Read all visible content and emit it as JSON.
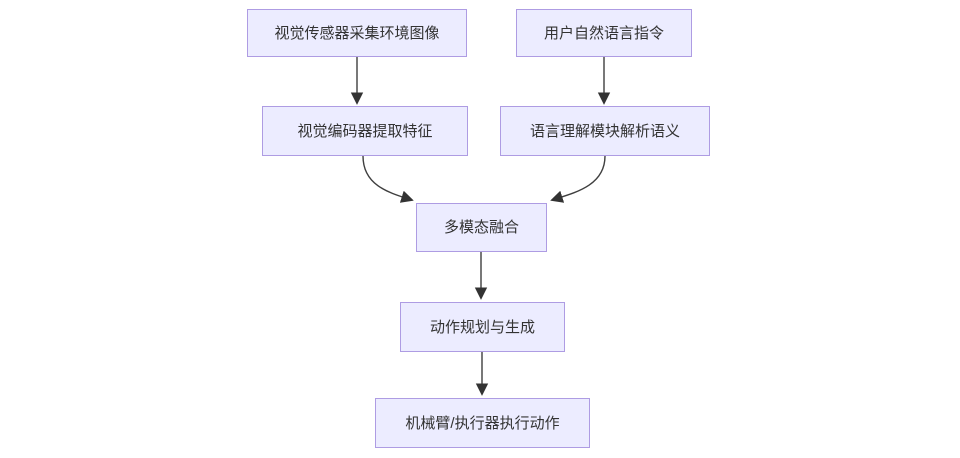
{
  "diagram": {
    "type": "flowchart-top-down",
    "colors": {
      "background": "#ffffff",
      "node_fill": "#ECECFF",
      "node_border": "#AE9CE3",
      "edge_color": "#3f3f3f",
      "text_color": "#333333"
    },
    "nodes": [
      {
        "id": "vision-sensor",
        "label": "视觉传感器采集环境图像"
      },
      {
        "id": "user-instruction",
        "label": "用户自然语言指令"
      },
      {
        "id": "vision-encoder",
        "label": "视觉编码器提取特征"
      },
      {
        "id": "language-understanding",
        "label": "语言理解模块解析语义"
      },
      {
        "id": "multimodal-fusion",
        "label": "多模态融合"
      },
      {
        "id": "action-planning",
        "label": "动作规划与生成"
      },
      {
        "id": "actuator-execution",
        "label": "机械臂/执行器执行动作"
      }
    ],
    "edges": [
      {
        "from": "vision-sensor",
        "to": "vision-encoder"
      },
      {
        "from": "user-instruction",
        "to": "language-understanding"
      },
      {
        "from": "vision-encoder",
        "to": "multimodal-fusion"
      },
      {
        "from": "language-understanding",
        "to": "multimodal-fusion"
      },
      {
        "from": "multimodal-fusion",
        "to": "action-planning"
      },
      {
        "from": "action-planning",
        "to": "actuator-execution"
      }
    ]
  }
}
